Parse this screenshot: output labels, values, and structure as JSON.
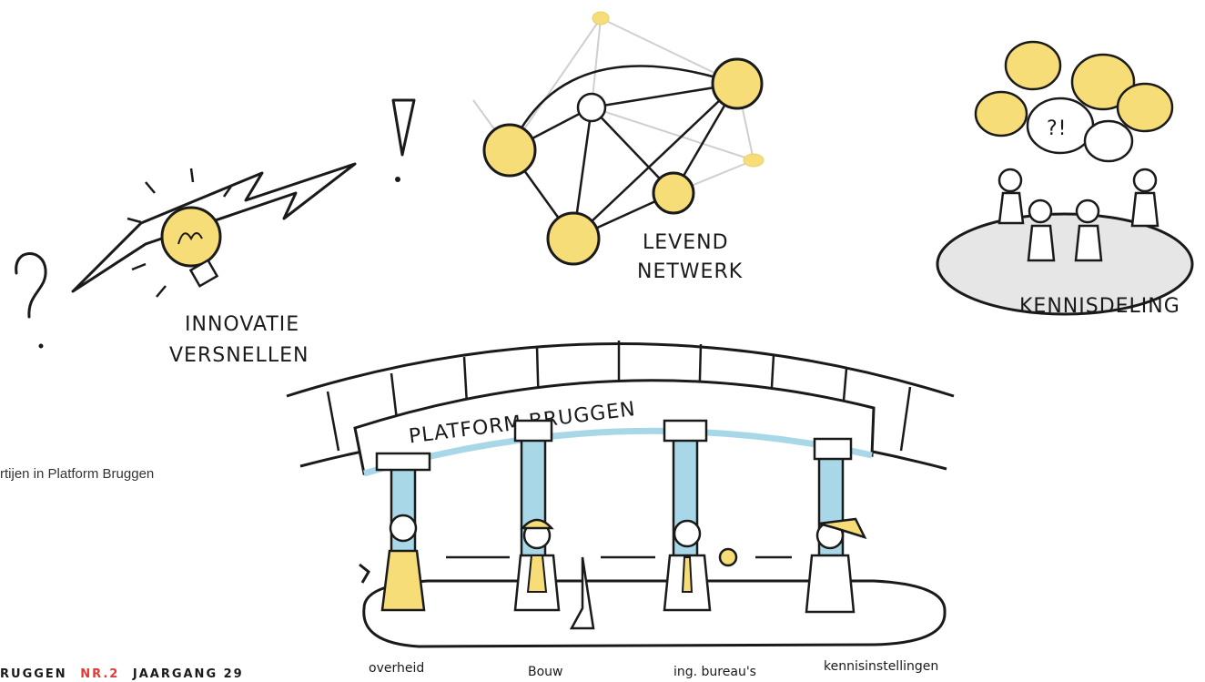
{
  "illustration": {
    "innovation_label_line1": "INNOVATIE",
    "innovation_label_line2": "VERSNELLEN",
    "network_label_line1": "LEVEND",
    "network_label_line2": "NETWERK",
    "knowledge_label": "KENNISDELING",
    "bridge_title": "PLATFORM BRUGGEN",
    "knowledge_bubble_text": "?!",
    "figures": [
      {
        "label": "overheid"
      },
      {
        "label": "Bouw"
      },
      {
        "label": "ing. bureau's"
      },
      {
        "label": "kennisinstellingen"
      }
    ]
  },
  "caption": "rtijen in Platform Bruggen",
  "footer": {
    "magazine": "RUGGEN",
    "issue": "NR.2",
    "volume": "JAARGANG 29"
  },
  "colors": {
    "accent_yellow": "#f6dd78",
    "accent_blue": "#a8d8e8",
    "ink": "#1a1a1a",
    "ground": "#e6e6e6",
    "issue_red": "#e53935"
  }
}
